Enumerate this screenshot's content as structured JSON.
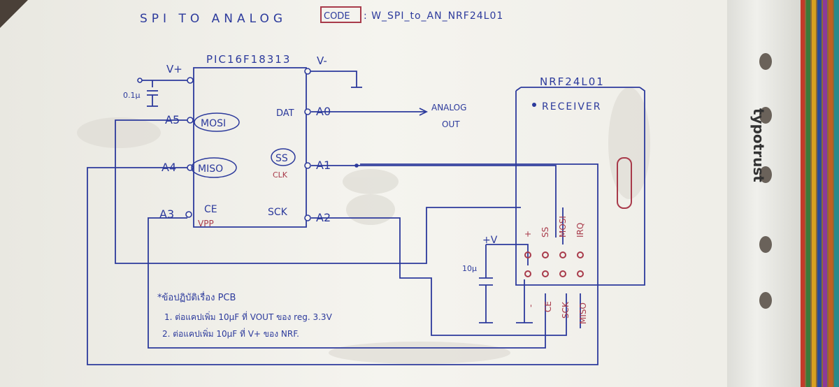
{
  "colors": {
    "ink": "#2c3a9c",
    "red_ink": "#a83a4a",
    "paper": "#f3f2ec",
    "sleeve": "#e8e8e4",
    "background": "#5a5046"
  },
  "header": {
    "title": "SPI TO ANALOG",
    "code_box": "CODE",
    "code_value": ": W_SPI_to_AN_NRF24L01"
  },
  "mcu": {
    "label": "PIC16F18313",
    "left_pins": [
      "A5",
      "A4",
      "A3"
    ],
    "left_functions": [
      "MOSI",
      "MISO",
      "CE"
    ],
    "right_pins": [
      "A0",
      "A1",
      "A2"
    ],
    "right_functions": [
      "DAT",
      "SS",
      "SCK"
    ],
    "vpp_label": "VPP",
    "clk_label": "CLK",
    "vplus": "V+",
    "vminus": "V-"
  },
  "decoupling": {
    "cap_label": "0.1μ"
  },
  "output": {
    "label_line1": "ANALOG",
    "label_line2": "OUT"
  },
  "nrf": {
    "title": "NRF24L01",
    "receiver": "RECEIVER",
    "top_pins": [
      "+",
      "SS",
      "MOSI",
      "IRQ"
    ],
    "bottom_pins": [
      "-",
      "CE",
      "SCK",
      "MISO"
    ],
    "supply_label": "+V",
    "cap_label": "10μ"
  },
  "notes": {
    "heading": "*ข้อปฏิบัติเรื่อง PCB",
    "line1": "1. ต่อแคปเพิ่ม 10μF ที่ VOUT ของ reg. 3.3V",
    "line2": "2. ต่อแคปเพิ่ม 10μF ที่ V+ ของ NRF."
  },
  "sleeve": {
    "brand": "typotrust"
  }
}
